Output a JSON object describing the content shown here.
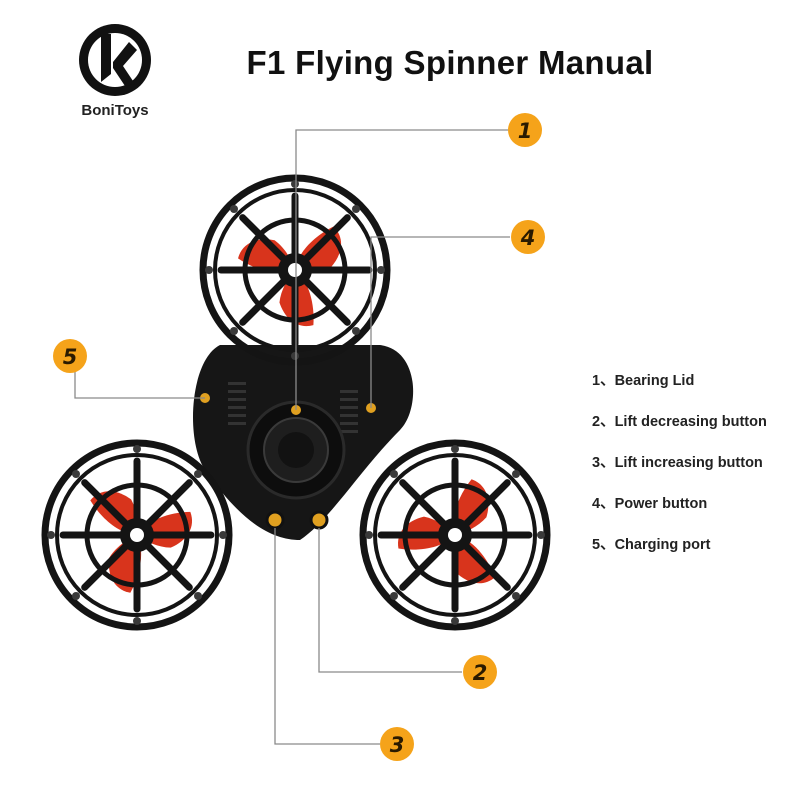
{
  "header": {
    "title": "F1 Flying Spinner Manual",
    "brand": "BoniToys"
  },
  "callouts": [
    {
      "number": "1",
      "part": "Bearing Lid"
    },
    {
      "number": "2",
      "part": "Lift decreasing button"
    },
    {
      "number": "3",
      "part": "Lift increasing button"
    },
    {
      "number": "4",
      "part": "Power button"
    },
    {
      "number": "5",
      "part": "Charging port"
    }
  ],
  "legend": [
    "1、Bearing Lid",
    "2、Lift decreasing button",
    "3、Lift increasing button",
    "4、Power button",
    "5、Charging port"
  ],
  "colors": {
    "callout_fill": "#f5a31a",
    "frame": "#141414",
    "propeller": "#d8341c",
    "leader_line": "#8a8a8a"
  }
}
